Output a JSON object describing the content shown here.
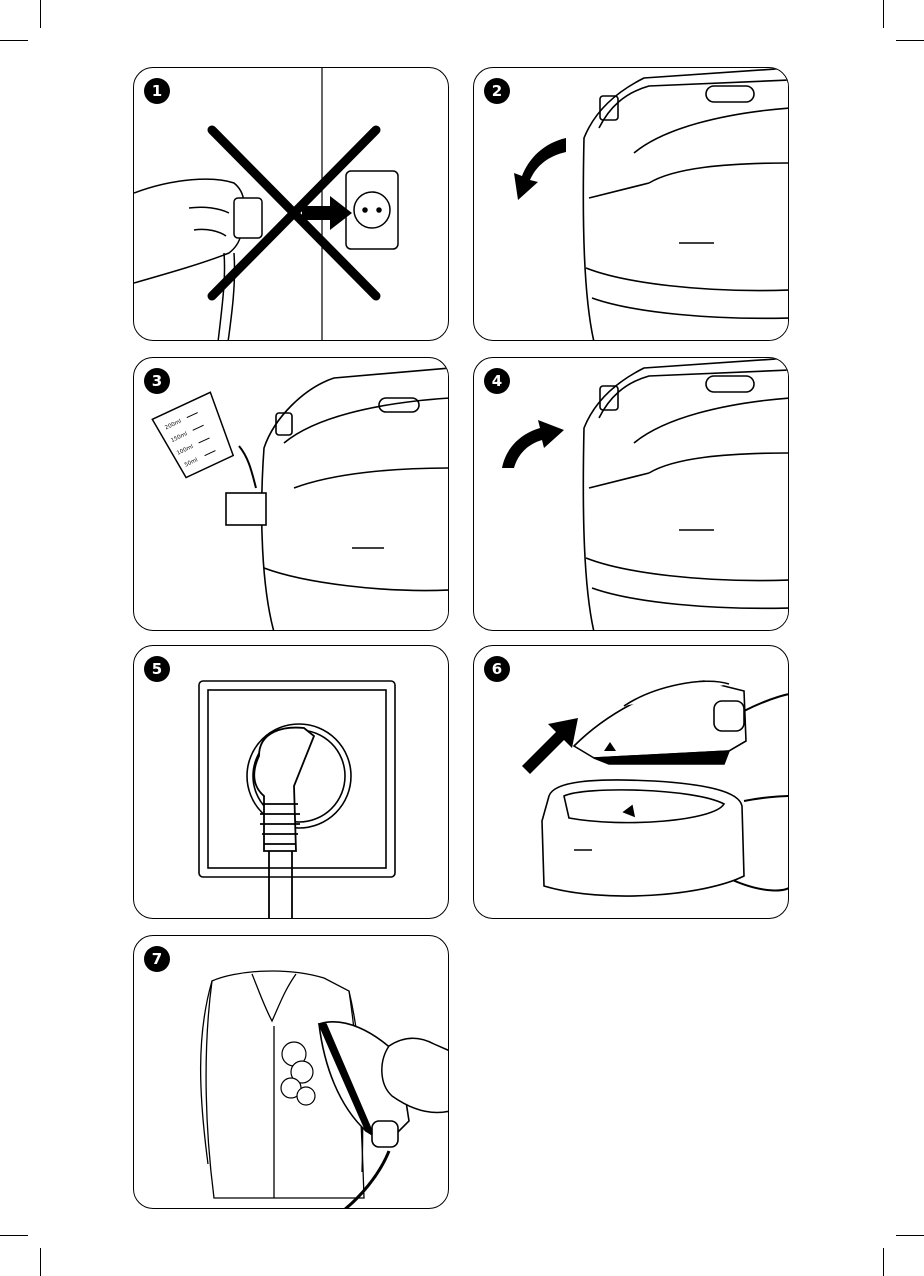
{
  "steps": [
    {
      "number": "1",
      "illustration": "unplug-from-socket"
    },
    {
      "number": "2",
      "illustration": "open-water-tank"
    },
    {
      "number": "3",
      "illustration": "fill-water-tank"
    },
    {
      "number": "4",
      "illustration": "close-water-tank"
    },
    {
      "number": "5",
      "illustration": "plug-into-socket"
    },
    {
      "number": "6",
      "illustration": "lift-iron-from-base"
    },
    {
      "number": "7",
      "illustration": "steam-hanging-garment"
    }
  ],
  "measuring_cup": {
    "marks": [
      "200ml",
      "150ml",
      "100ml",
      "50ml"
    ]
  }
}
